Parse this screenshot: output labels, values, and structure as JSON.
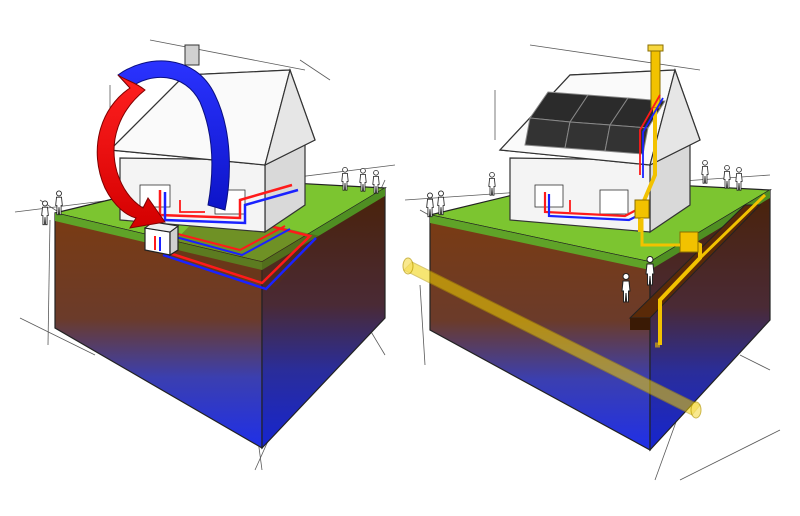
{
  "colors": {
    "grass_top": "#7cc530",
    "grass_side": "#5fa328",
    "soil_brown": "#7a3b12",
    "soil_deep_blue": "#2233e6",
    "hot_arrow": "#ff0000",
    "cold_arrow": "#1a22ff",
    "gas_pipe": "#f2c200",
    "solar_panel": "#2b2b2b",
    "wall_white": "#f4f4f4"
  },
  "diagrams": [
    {
      "id": "air-source-heat-pump",
      "icons": [
        "house-icon",
        "heat-pump-unit-icon",
        "circular-arrow-icon",
        "underfloor-pipe-icon",
        "person-icon"
      ],
      "arrow_colors": [
        "#ff0000",
        "#1a22ff"
      ]
    },
    {
      "id": "solar-panels-gas",
      "icons": [
        "house-icon",
        "solar-panel-icon",
        "chimney-flue-icon",
        "gas-meter-icon",
        "gas-pipe-icon",
        "person-icon"
      ],
      "solar_panel_count": 6
    }
  ]
}
